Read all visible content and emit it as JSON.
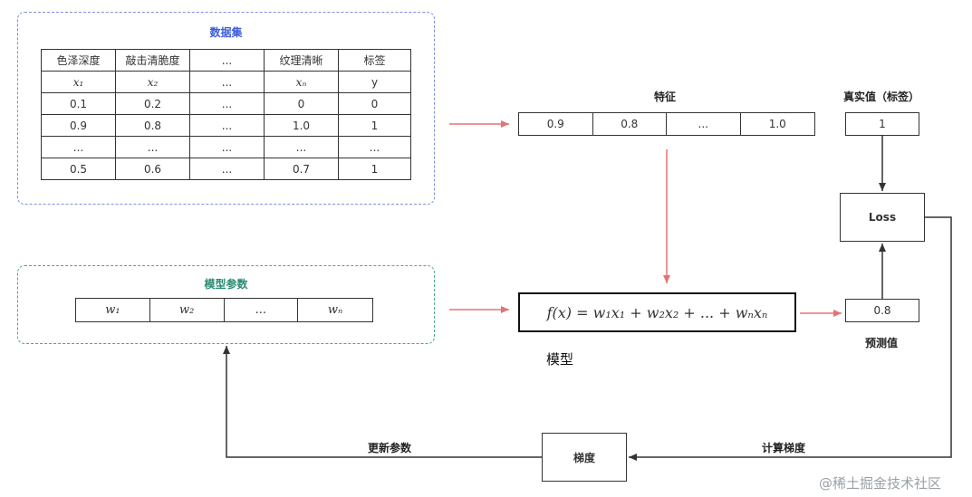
{
  "dataset": {
    "title": "数据集",
    "headers": [
      "色泽深度",
      "敲击清脆度",
      "...",
      "纹理清晰",
      "标签"
    ],
    "symbols": [
      "x₁",
      "x₂",
      "...",
      "xₙ",
      "y"
    ],
    "rows": [
      [
        "0.1",
        "0.2",
        "...",
        "0",
        "0"
      ],
      [
        "0.9",
        "0.8",
        "...",
        "1.0",
        "1"
      ],
      [
        "...",
        "...",
        "...",
        "...",
        "..."
      ],
      [
        "0.5",
        "0.6",
        "...",
        "0.7",
        "1"
      ]
    ]
  },
  "features": {
    "label": "特征",
    "values": [
      "0.9",
      "0.8",
      "...",
      "1.0"
    ]
  },
  "truth": {
    "label": "真实值（标签）",
    "value": "1"
  },
  "loss": {
    "label": "Loss"
  },
  "params": {
    "title": "模型参数",
    "values": [
      "w₁",
      "w₂",
      "...",
      "wₙ"
    ]
  },
  "model": {
    "formula": "f(x) = w₁x₁ + w₂x₂ + ... + wₙxₙ",
    "caption": "模型"
  },
  "prediction": {
    "value": "0.8",
    "label": "预测值"
  },
  "gradient": {
    "label": "梯度"
  },
  "edges": {
    "compute_gradient": "计算梯度",
    "update_params": "更新参数"
  },
  "colors": {
    "dataset_border": "#7b8fe0",
    "params_border": "#4aa88c",
    "data_flow_arrow": "#e57373",
    "feedback_arrow": "#333333"
  },
  "watermark": "@稀土掘金技术社区"
}
